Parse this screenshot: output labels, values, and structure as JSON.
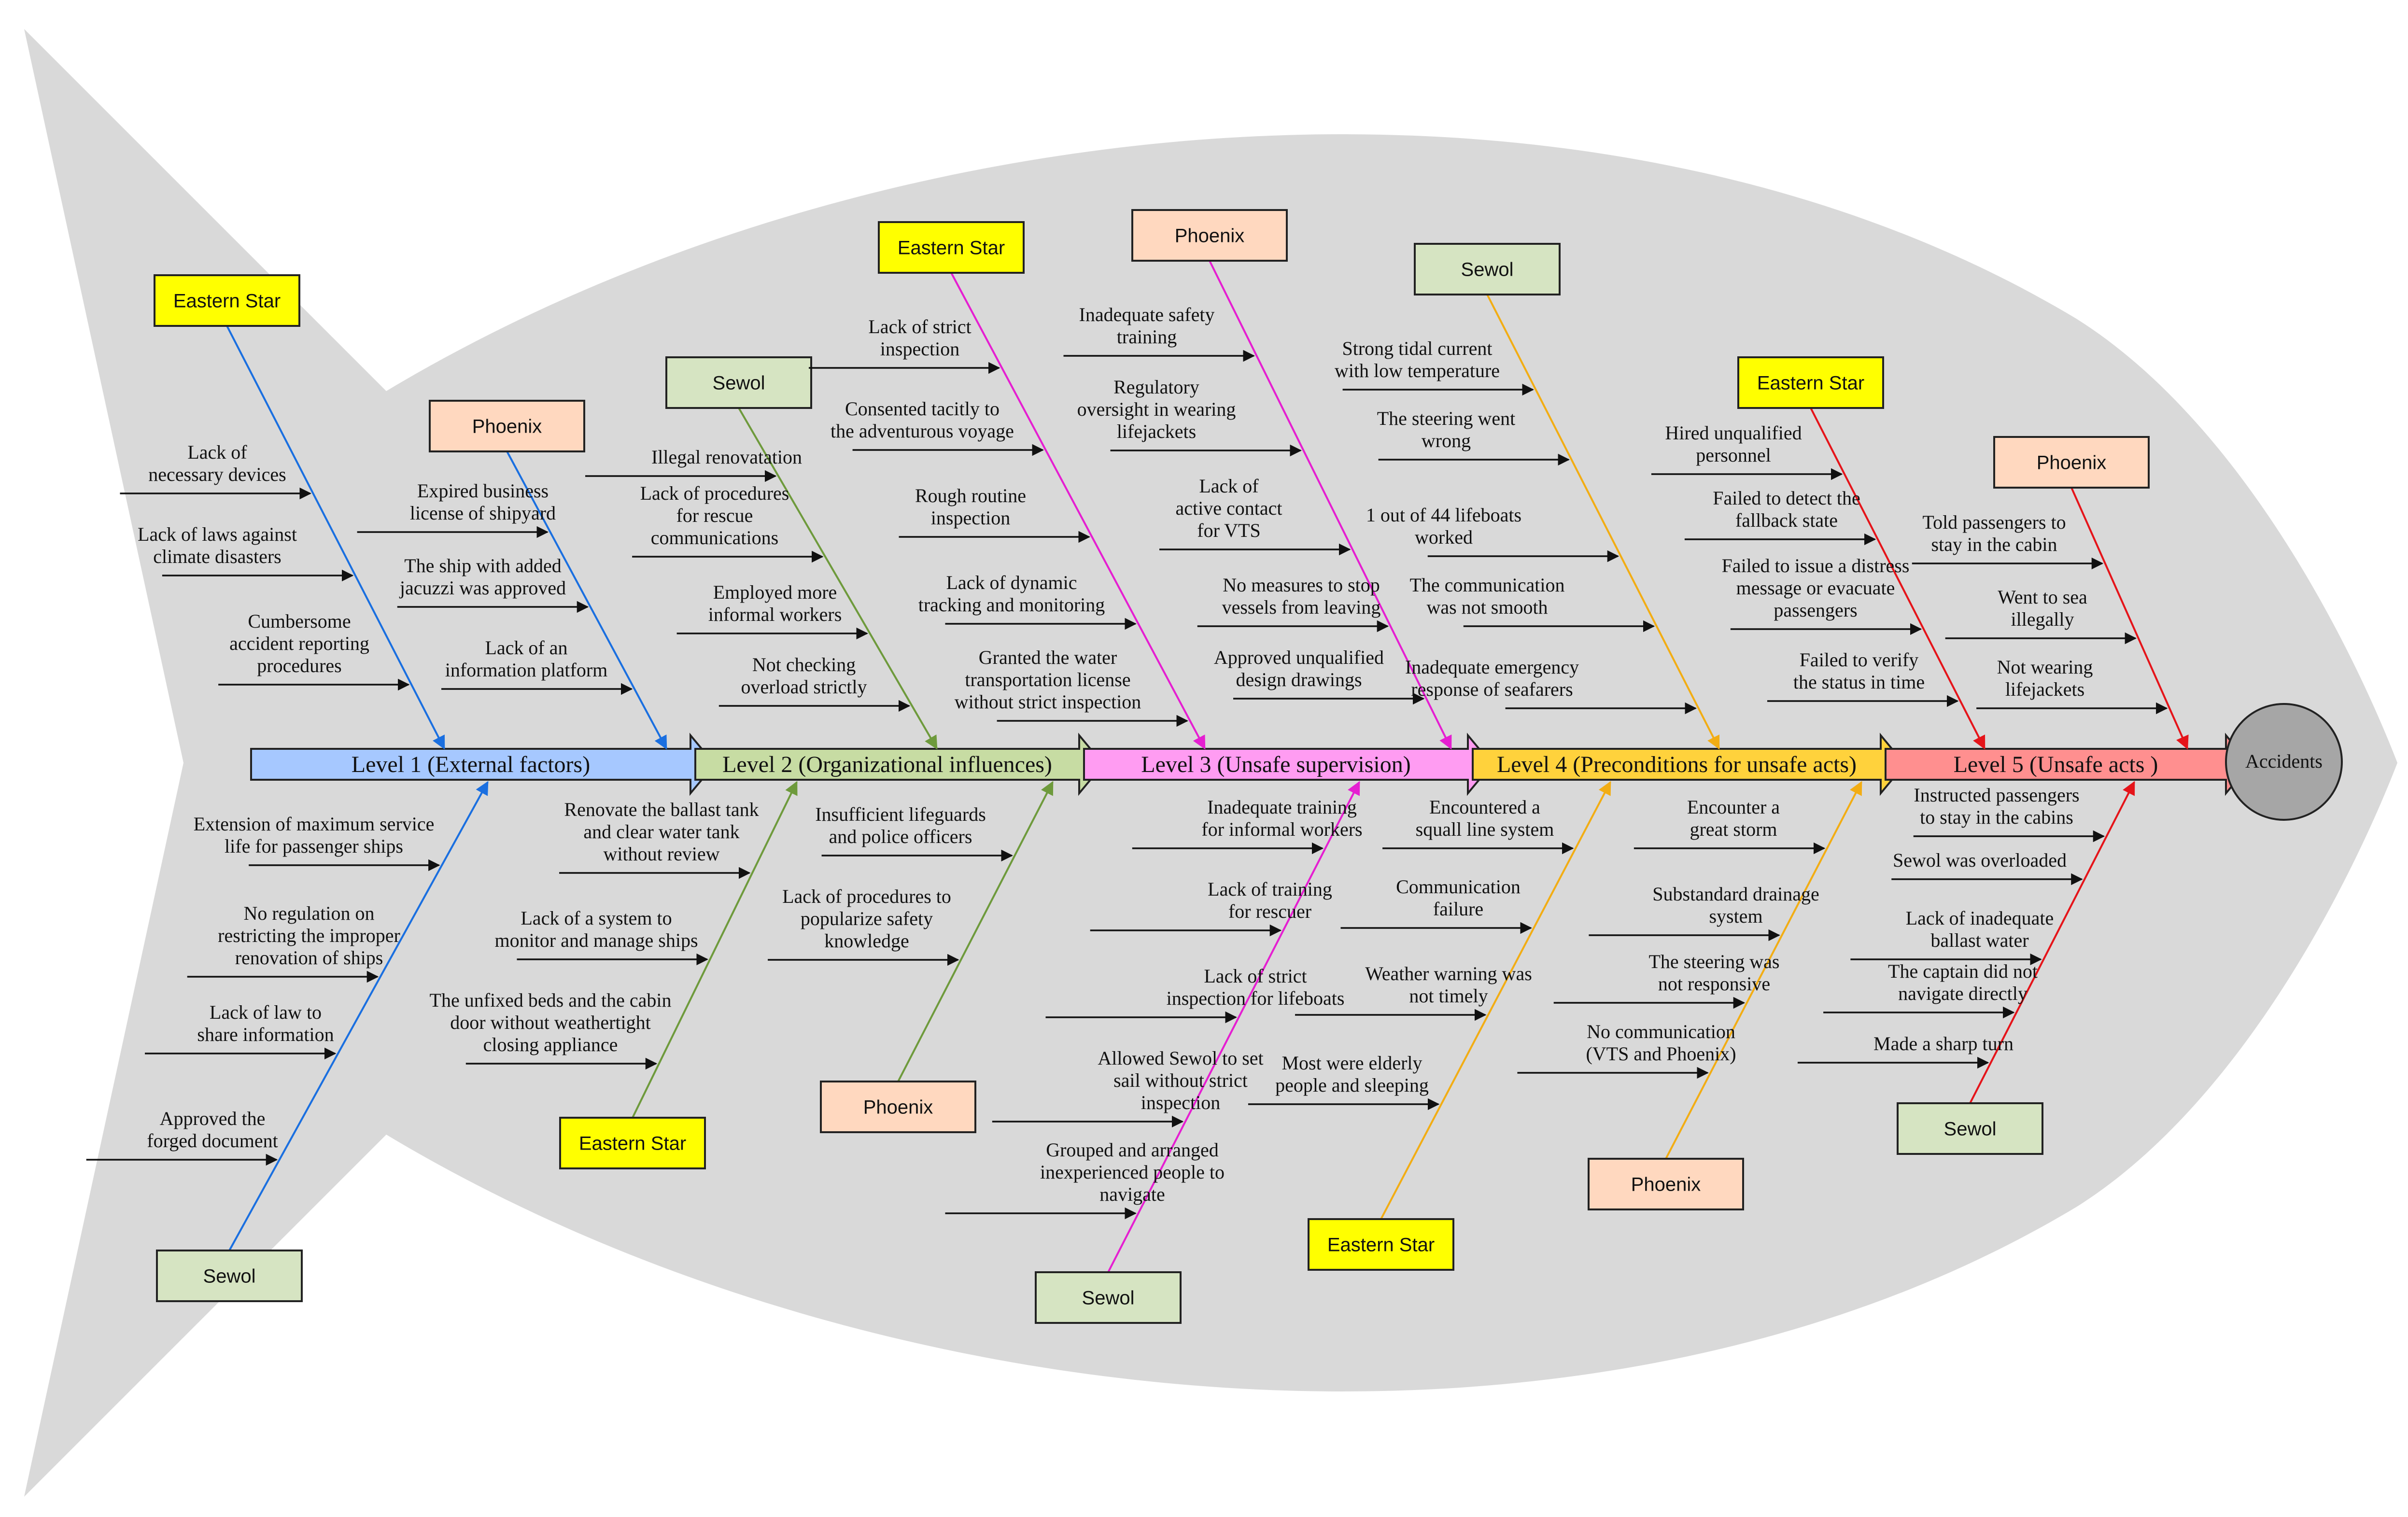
{
  "head": {
    "label": "Accidents"
  },
  "levels": [
    {
      "label": "Level 1 (External factors)",
      "color": "#a6c8ff",
      "line_color": "#1a6fe0"
    },
    {
      "label": "Level 2 (Organizational influences)",
      "color": "#c7dca3",
      "line_color": "#6e9a3c"
    },
    {
      "label": "Level 3 (Unsafe supervision)",
      "color": "#ff9cf2",
      "line_color": "#e51fd1"
    },
    {
      "label": "Level 4 (Preconditions for unsafe acts)",
      "color": "#ffd23c",
      "line_color": "#f2ad14"
    },
    {
      "label": "Level 5 (Unsafe acts )",
      "color": "#ff8f8f",
      "line_color": "#e5141a"
    }
  ],
  "box_colors": {
    "Eastern Star": "#ffff00",
    "Phoenix": "#ffd8bf",
    "Sewol": "#d6e4c2"
  },
  "branches": [
    {
      "level": 1,
      "ship": "Eastern Star",
      "side": "top",
      "causes": [
        [
          "Lack of",
          "necessary devices"
        ],
        [
          "Lack of laws against",
          "climate disasters"
        ],
        [
          "Cumbersome",
          "accident reporting",
          "procedures"
        ]
      ]
    },
    {
      "level": 1,
      "ship": "Phoenix",
      "side": "top",
      "causes": [
        [
          "Expired business",
          "license of shipyard"
        ],
        [
          "The ship with added",
          "jacuzzi was approved"
        ],
        [
          "Lack of an",
          "information platform"
        ]
      ]
    },
    {
      "level": 1,
      "ship": "Sewol",
      "side": "bottom",
      "causes": [
        [
          "Extension of maximum service",
          "life for passenger ships"
        ],
        [
          "No regulation on",
          "restricting the improper",
          "renovation of ships"
        ],
        [
          "Lack of law to",
          "share information"
        ],
        [
          "Approved the",
          "forged document"
        ]
      ]
    },
    {
      "level": 2,
      "ship": "Sewol",
      "side": "top",
      "causes": [
        [
          "Illegal renovatation"
        ],
        [
          "Lack of procedures",
          "for rescue",
          "communications"
        ],
        [
          "Employed more",
          "informal workers"
        ],
        [
          "Not checking",
          "overload strictly"
        ]
      ]
    },
    {
      "level": 2,
      "ship": "Eastern Star",
      "side": "bottom",
      "causes": [
        [
          "Renovate the ballast tank",
          "and clear water tank",
          "without review"
        ],
        [
          "Lack of a system to",
          "monitor and manage ships"
        ],
        [
          "The unfixed beds and the cabin",
          "door without weathertight",
          "closing appliance"
        ]
      ]
    },
    {
      "level": 2,
      "ship": "Phoenix",
      "side": "bottom",
      "causes": [
        [
          "Insufficient lifeguards",
          "and police officers"
        ],
        [
          "Lack of procedures to",
          "popularize safety",
          "knowledge"
        ]
      ]
    },
    {
      "level": 3,
      "ship": "Eastern Star",
      "side": "top",
      "causes": [
        [
          "Lack of strict",
          "inspection"
        ],
        [
          "Consented tacitly to",
          "the adventurous voyage"
        ],
        [
          "Rough routine",
          "inspection"
        ],
        [
          "Lack of dynamic",
          "tracking and monitoring"
        ],
        [
          "Granted the water",
          "transportation license",
          "without strict inspection"
        ]
      ]
    },
    {
      "level": 3,
      "ship": "Phoenix",
      "side": "top",
      "causes": [
        [
          "Inadequate safety",
          "training"
        ],
        [
          "Regulatory",
          "oversight in wearing",
          "lifejackets"
        ],
        [
          "Lack of",
          "active contact",
          "for VTS"
        ],
        [
          "No measures to stop",
          "vessels from leaving"
        ],
        [
          "Approved unqualified",
          "design drawings"
        ]
      ]
    },
    {
      "level": 3,
      "ship": "Sewol",
      "side": "bottom",
      "causes": [
        [
          "Inadequate training",
          "for informal workers"
        ],
        [
          "Lack of training",
          "for rescuer"
        ],
        [
          "Lack of strict",
          "inspection for lifeboats"
        ],
        [
          "Allowed Sewol to set",
          "sail without strict",
          "inspection"
        ],
        [
          "Grouped and arranged",
          "inexperienced people to",
          "navigate"
        ]
      ]
    },
    {
      "level": 4,
      "ship": "Sewol",
      "side": "top",
      "causes": [
        [
          "Strong tidal current",
          "with low temperature"
        ],
        [
          "The steering went",
          "wrong"
        ],
        [
          "1 out of 44 lifeboats",
          "worked"
        ],
        [
          "The communication",
          "was not smooth"
        ],
        [
          "Inadequate emergency",
          "response of seafarers"
        ]
      ]
    },
    {
      "level": 4,
      "ship": "Eastern Star",
      "side": "bottom",
      "causes": [
        [
          "Encountered a",
          "squall line system"
        ],
        [
          "Communication",
          "failure"
        ],
        [
          "Weather warning was",
          "not timely"
        ],
        [
          "Most were elderly",
          "people and sleeping"
        ]
      ]
    },
    {
      "level": 4,
      "ship": "Phoenix",
      "side": "bottom",
      "causes": [
        [
          "Encounter a",
          "great storm"
        ],
        [
          "Substandard drainage",
          "system"
        ],
        [
          "The steering was",
          "not responsive"
        ],
        [
          "No communication",
          "(VTS and Phoenix)"
        ]
      ]
    },
    {
      "level": 5,
      "ship": "Eastern Star",
      "side": "top",
      "causes": [
        [
          "Hired unqualified",
          "personnel"
        ],
        [
          "Failed to detect the",
          "fallback state"
        ],
        [
          "Failed to issue a distress",
          "message or evacuate",
          "passengers"
        ],
        [
          "Failed to verify",
          "the status in time"
        ]
      ]
    },
    {
      "level": 5,
      "ship": "Phoenix",
      "side": "top",
      "causes": [
        [
          "Told passengers to",
          "stay in the cabin"
        ],
        [
          "Went to sea",
          "illegally"
        ],
        [
          "Not wearing",
          "lifejackets"
        ]
      ]
    },
    {
      "level": 5,
      "ship": "Sewol",
      "side": "bottom",
      "causes": [
        [
          "Instructed passengers",
          "to stay in the cabins"
        ],
        [
          "Sewol was overloaded"
        ],
        [
          "Lack of inadequate",
          "ballast water"
        ],
        [
          "The captain did not",
          "navigate directly"
        ],
        [
          "Made a sharp turn"
        ]
      ]
    }
  ]
}
